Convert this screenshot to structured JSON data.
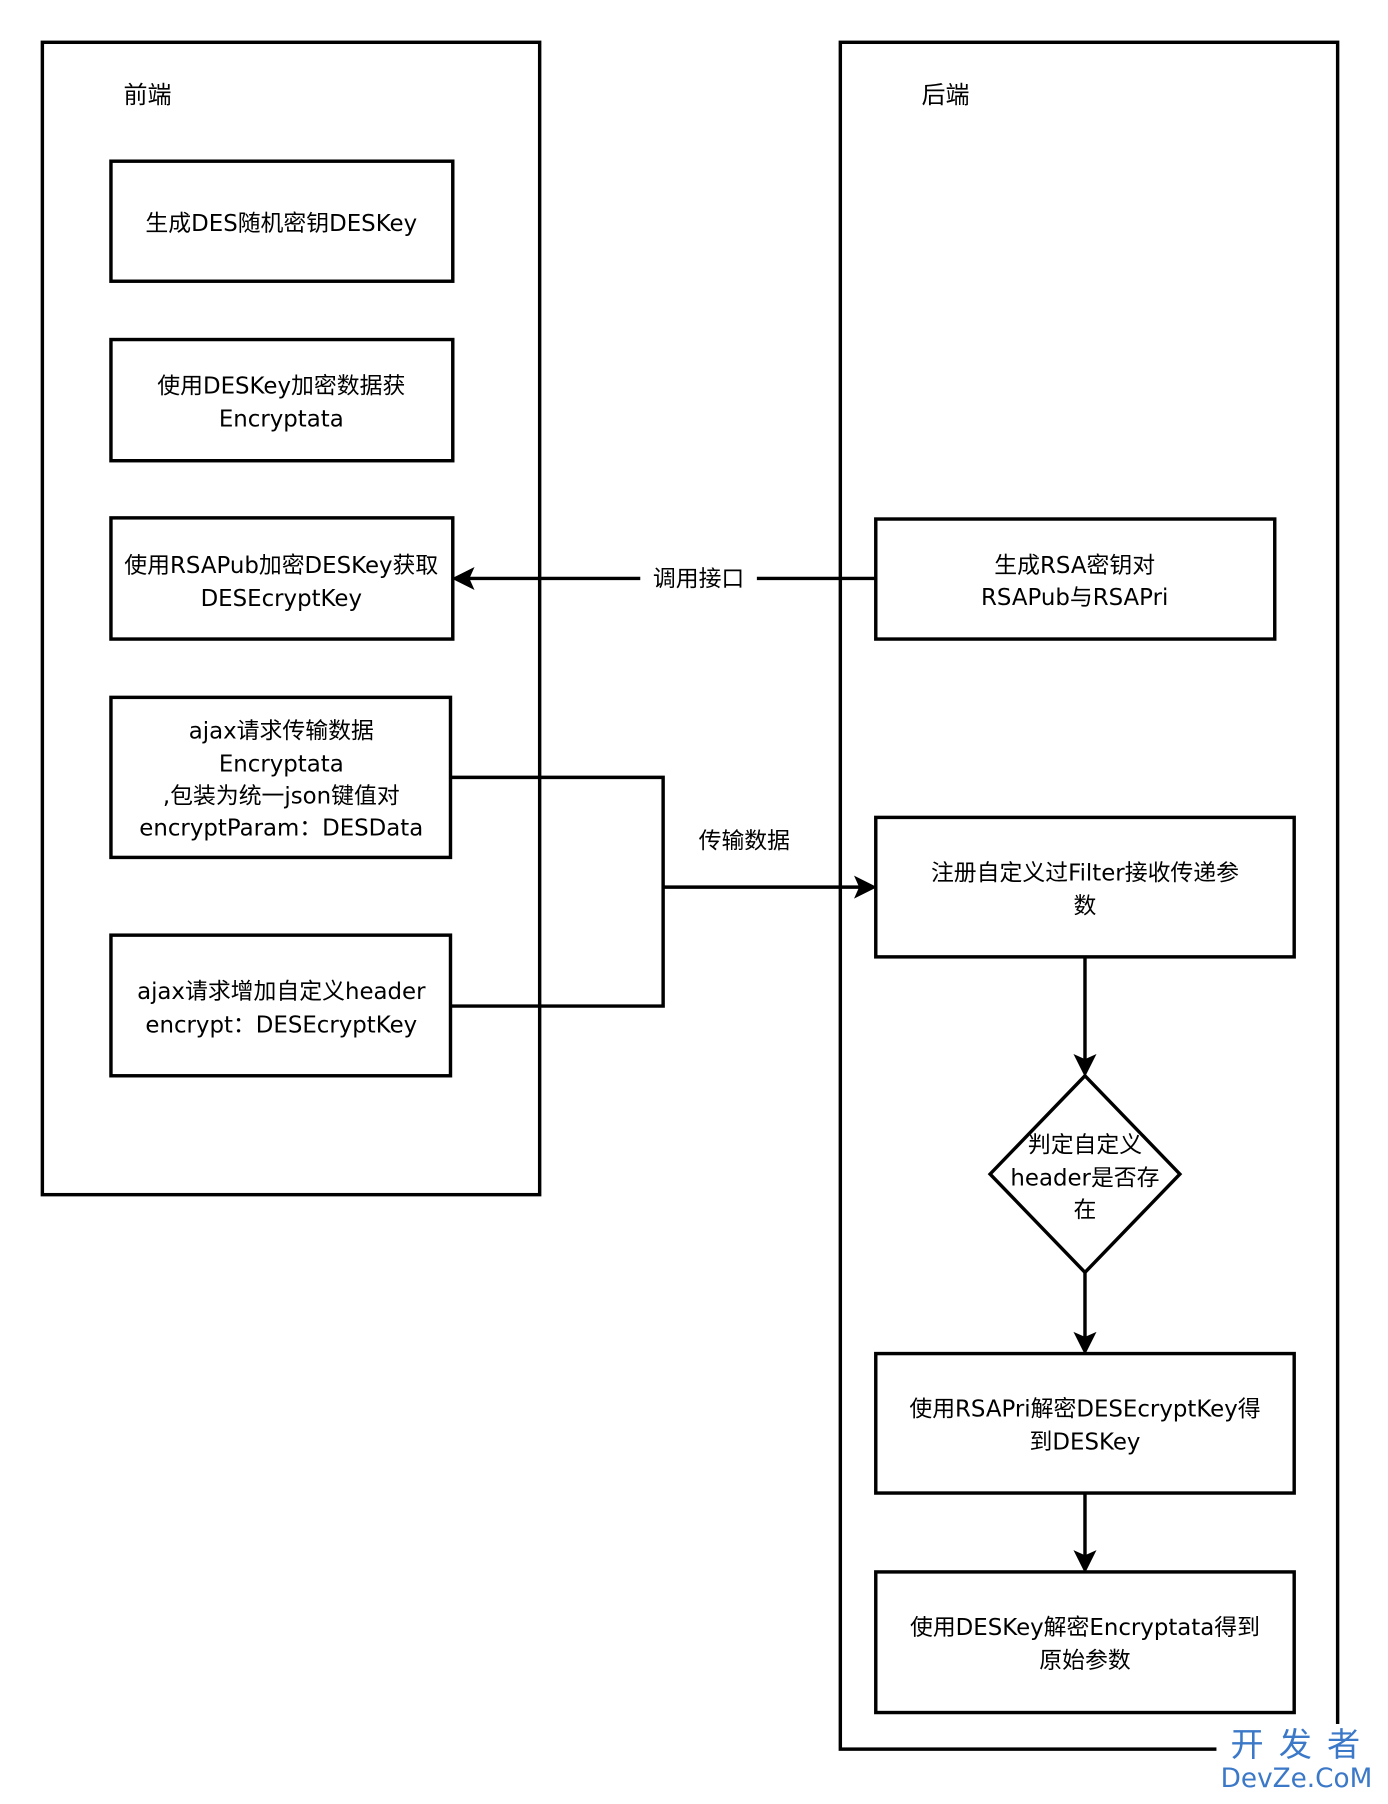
{
  "frontend": {
    "title": "前端",
    "steps": [
      {
        "lines": [
          "生成DES随机密钥DESKey"
        ]
      },
      {
        "lines": [
          "使用DESKey加密数据获",
          "Encryptata"
        ]
      },
      {
        "lines": [
          "使用RSAPub加密DESKey获取",
          "DESEcryptKey"
        ]
      },
      {
        "lines": [
          "ajax请求传输数据",
          "Encryptata",
          ",包装为统一json键值对",
          "encryptParam：DESData"
        ]
      },
      {
        "lines": [
          "ajax请求增加自定义header",
          "encrypt：DESEcryptKey"
        ]
      }
    ]
  },
  "backend": {
    "title": "后端",
    "steps": [
      {
        "lines": [
          "生成RSA密钥对",
          "RSAPub与RSAPri"
        ]
      },
      {
        "lines": [
          "注册自定义过Filter接收传递参",
          "数"
        ]
      },
      {
        "lines": [
          "使用RSAPri解密DESEcryptKey得",
          "到DESKey"
        ]
      },
      {
        "lines": [
          "使用DESKey解密Encryptata得到",
          "原始参数"
        ]
      }
    ],
    "decision": {
      "lines": [
        "判定自定义",
        "header是否存",
        "在"
      ]
    }
  },
  "edges": {
    "call_api": "调用接口",
    "transfer": "传输数据"
  },
  "watermark": {
    "line1": "开 发 者",
    "line2": "DevZe.CoM"
  },
  "colors": {
    "stroke": "#000000",
    "watermark": "#3b78c8",
    "background": "#ffffff"
  }
}
